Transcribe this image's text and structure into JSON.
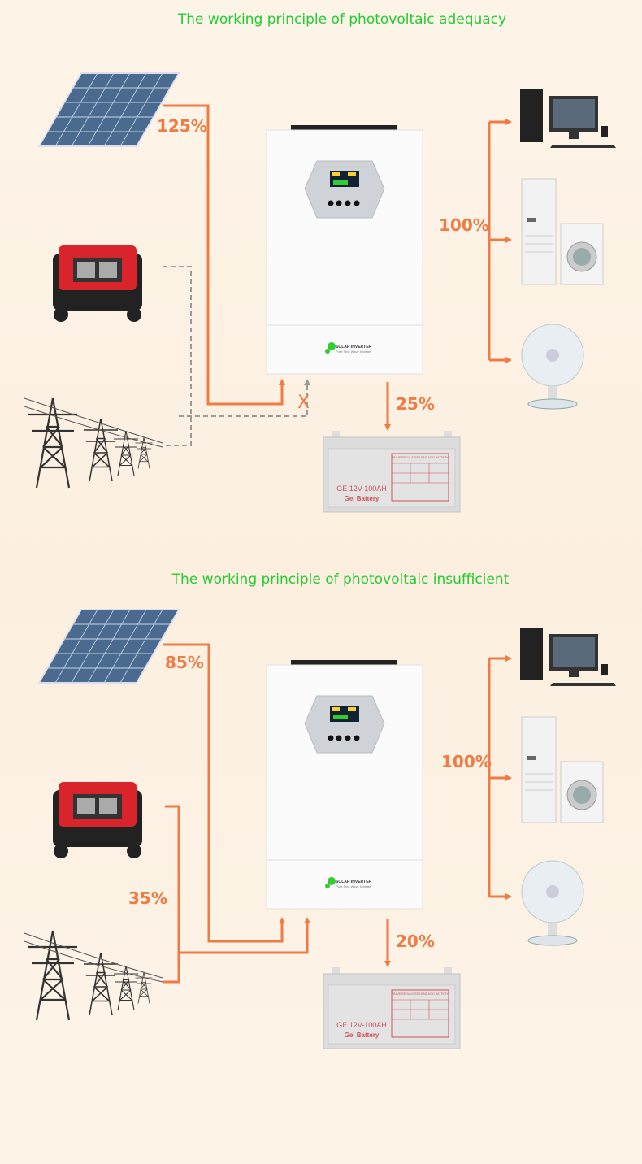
{
  "sections": [
    {
      "title": "The working principle of photovoltaic adequacy",
      "solar_pct": "125%",
      "load_pct": "100%",
      "battery_pct": "25%",
      "blocked_mark": "X"
    },
    {
      "title": "The working principle of photovoltaic insufficient",
      "solar_pct": "85%",
      "load_pct": "100%",
      "battery_pct": "20%",
      "grid_pct": "35%"
    }
  ],
  "inverter": {
    "brand": "SOLAR INVERTER",
    "subtitle": "Pure Sine Wave Inverter"
  },
  "battery": {
    "model": "GE 12V-100AH",
    "type": "Gel Battery",
    "header": "VALVE REGULATED LEAD-ACID BATTERY"
  },
  "colors": {
    "accent": "#ef7b45",
    "title": "#22cc33",
    "dashed": "#9a9a9a"
  }
}
